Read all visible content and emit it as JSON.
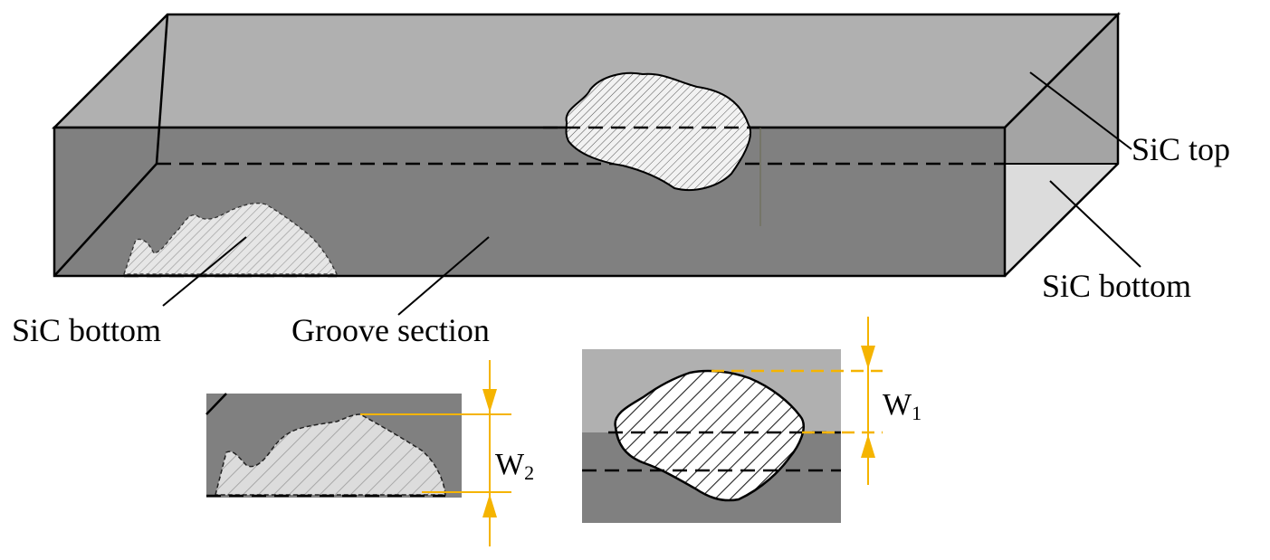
{
  "labels": {
    "sic_top": "SiC top",
    "sic_bottom_right": "SiC bottom",
    "sic_bottom_left": "SiC bottom",
    "groove_section": "Groove section"
  },
  "dimensions": {
    "w1_base": "W",
    "w1_sub": "1",
    "w2_base": "W",
    "w2_sub": "2"
  },
  "colors": {
    "top_face": "#b0b0b0",
    "front_face": "#808080",
    "side_face": "#a0a0a0",
    "bottom_face": "#dcdcdc",
    "dimension": "#f5b400",
    "hatch_region": "#f0f0f0"
  }
}
